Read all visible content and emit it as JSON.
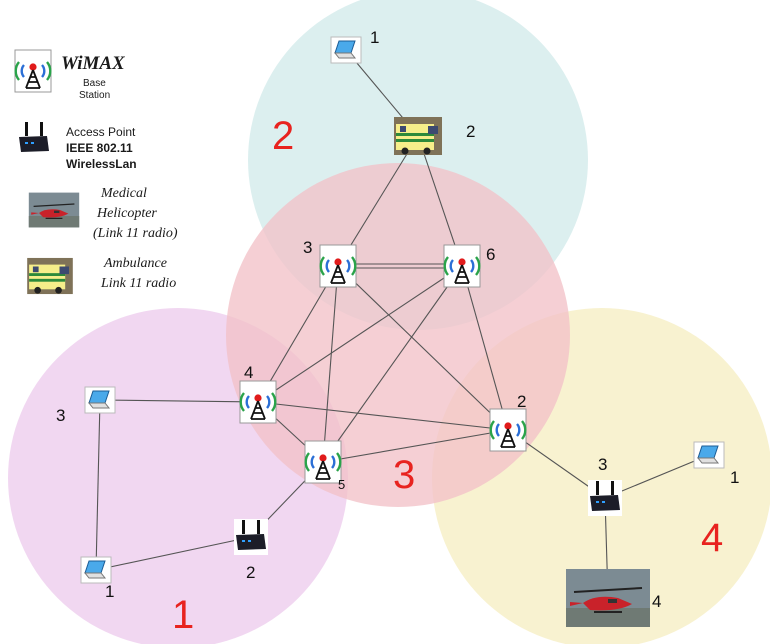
{
  "legend": {
    "wimax_title": "WiMAX",
    "wimax_sub1": "Base",
    "wimax_sub2": "Station",
    "ap_line1": "Access Point",
    "ap_line2": "IEEE 802.11",
    "ap_line3": "WirelessLan",
    "heli_line1": "Medical",
    "heli_line2": "Helicopter",
    "heli_line3": "(Link 11 radio)",
    "amb_line1": "Ambulance",
    "amb_line2": "Link 11 radio"
  },
  "cells": [
    {
      "label": "1",
      "color": "#f0d4f0"
    },
    {
      "label": "2",
      "color": "#dcefef"
    },
    {
      "label": "3",
      "color": "#f2c2c8"
    },
    {
      "label": "4",
      "color": "#f7f1cc"
    }
  ],
  "node_labels": {
    "c2_laptop": "1",
    "c2_ambulance": "2",
    "c3_bs3": "3",
    "c3_bs6": "6",
    "c3_bs4": "4",
    "c3_bs5": "5",
    "c3_bs2": "2",
    "c1_laptop3": "3",
    "c1_laptop1": "1",
    "c1_ap2": "2",
    "c4_ap3": "3",
    "c4_laptop1": "1",
    "c4_heli4": "4"
  },
  "colors": {
    "cell_label": "#e8231f",
    "link": "#555555"
  }
}
